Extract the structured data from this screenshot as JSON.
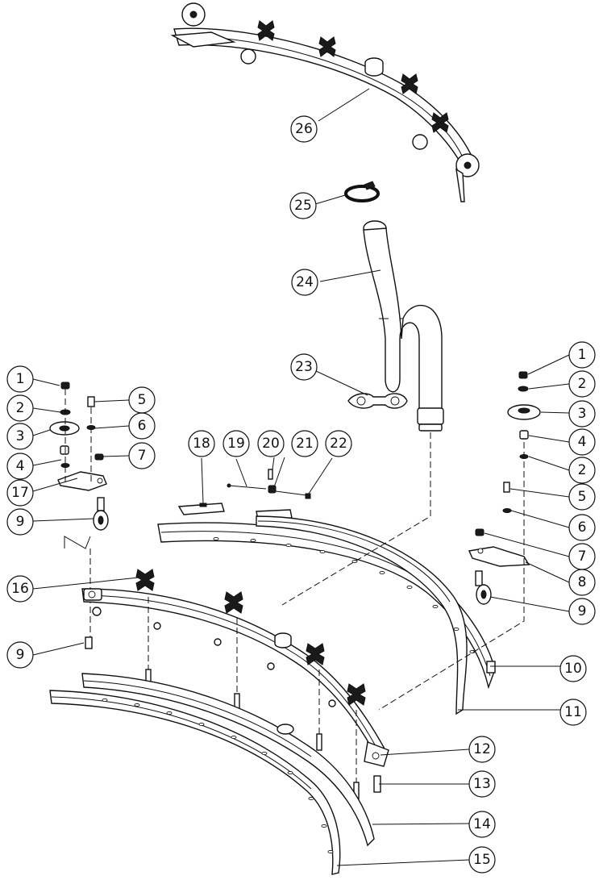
{
  "callouts": [
    {
      "id": "c26",
      "label": "26"
    },
    {
      "id": "c25",
      "label": "25"
    },
    {
      "id": "c24",
      "label": "24"
    },
    {
      "id": "c23",
      "label": "23"
    },
    {
      "id": "c1L",
      "label": "1"
    },
    {
      "id": "c2L",
      "label": "2"
    },
    {
      "id": "c3L",
      "label": "3"
    },
    {
      "id": "c4L",
      "label": "4"
    },
    {
      "id": "c17",
      "label": "17"
    },
    {
      "id": "c9L",
      "label": "9"
    },
    {
      "id": "c5L",
      "label": "5"
    },
    {
      "id": "c6L",
      "label": "6"
    },
    {
      "id": "c7L",
      "label": "7"
    },
    {
      "id": "c18",
      "label": "18"
    },
    {
      "id": "c19",
      "label": "19"
    },
    {
      "id": "c20",
      "label": "20"
    },
    {
      "id": "c21",
      "label": "21"
    },
    {
      "id": "c22",
      "label": "22"
    },
    {
      "id": "c16",
      "label": "16"
    },
    {
      "id": "c9B",
      "label": "9"
    },
    {
      "id": "c1R",
      "label": "1"
    },
    {
      "id": "c2R",
      "label": "2"
    },
    {
      "id": "c3R",
      "label": "3"
    },
    {
      "id": "c4R",
      "label": "4"
    },
    {
      "id": "c2R2",
      "label": "2"
    },
    {
      "id": "c5R",
      "label": "5"
    },
    {
      "id": "c6R",
      "label": "6"
    },
    {
      "id": "c7R",
      "label": "7"
    },
    {
      "id": "c8R",
      "label": "8"
    },
    {
      "id": "c9R",
      "label": "9"
    },
    {
      "id": "c10",
      "label": "10"
    },
    {
      "id": "c11",
      "label": "11"
    },
    {
      "id": "c12",
      "label": "12"
    },
    {
      "id": "c13",
      "label": "13"
    },
    {
      "id": "c14",
      "label": "14"
    },
    {
      "id": "c15",
      "label": "15"
    }
  ]
}
